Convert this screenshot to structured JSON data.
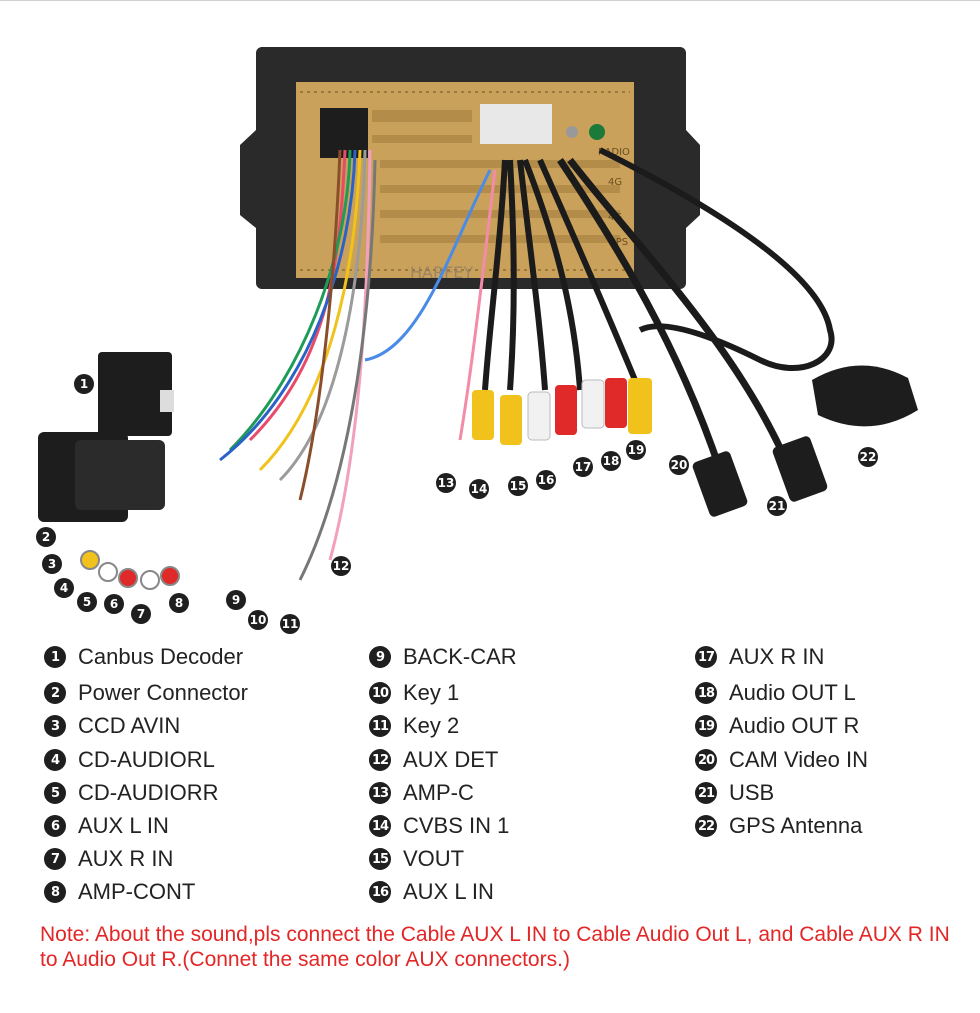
{
  "watermark": "HARFEY",
  "unit_labels": {
    "radio": "RADIO",
    "gps": "GPS",
    "four_g_1": "4G",
    "four_g_2": "4G"
  },
  "legend": [
    {
      "num": "1",
      "label": "Canbus Decoder"
    },
    {
      "num": "2",
      "label": "Power Connector"
    },
    {
      "num": "3",
      "label": "CCD AVIN"
    },
    {
      "num": "4",
      "label": "CD-AUDIORL"
    },
    {
      "num": "5",
      "label": "CD-AUDIORR"
    },
    {
      "num": "6",
      "label": "AUX L IN"
    },
    {
      "num": "7",
      "label": "AUX R IN"
    },
    {
      "num": "8",
      "label": "AMP-CONT"
    },
    {
      "num": "9",
      "label": "BACK-CAR"
    },
    {
      "num": "10",
      "label": "Key 1"
    },
    {
      "num": "11",
      "label": "Key 2"
    },
    {
      "num": "12",
      "label": "AUX DET"
    },
    {
      "num": "13",
      "label": "AMP-C"
    },
    {
      "num": "14",
      "label": "CVBS IN 1"
    },
    {
      "num": "15",
      "label": "VOUT"
    },
    {
      "num": "16",
      "label": "AUX L IN"
    },
    {
      "num": "17",
      "label": "AUX R IN"
    },
    {
      "num": "18",
      "label": "Audio OUT L"
    },
    {
      "num": "19",
      "label": "Audio OUT R"
    },
    {
      "num": "20",
      "label": "CAM Video IN"
    },
    {
      "num": "21",
      "label": "USB"
    },
    {
      "num": "22",
      "label": "GPS Antenna"
    }
  ],
  "note": "Note: About the sound,pls connect the Cable AUX L IN to Cable Audio Out L, and Cable AUX R IN to  Audio Out R.(Connet the same color AUX connectors.)",
  "colors": {
    "note": "#e32626",
    "badge": "#1f1f1f",
    "gold_panel": "#c9a15a",
    "frame": "#2a2a2a"
  }
}
